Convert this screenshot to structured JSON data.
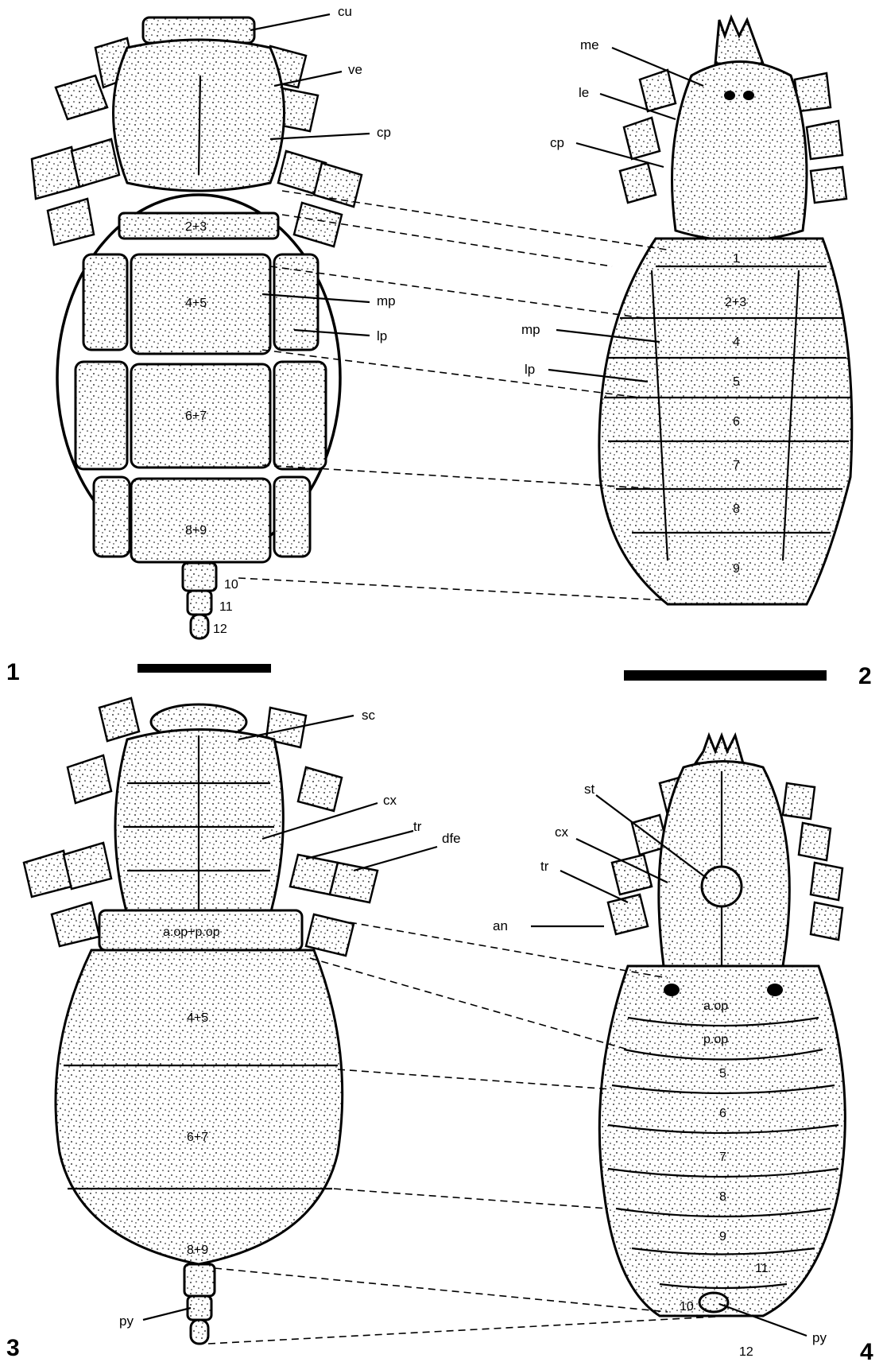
{
  "figures": {
    "fig1": {
      "number": "1",
      "labels": {
        "cu": "cu",
        "ve": "ve",
        "cp": "cp",
        "mp": "mp",
        "lp": "lp"
      },
      "segments": [
        "2+3",
        "4+5",
        "6+7",
        "8+9",
        "10",
        "11",
        "12"
      ]
    },
    "fig2": {
      "number": "2",
      "labels": {
        "me": "me",
        "le": "le",
        "cp": "cp",
        "mp": "mp",
        "lp": "lp"
      },
      "segments": [
        "1",
        "2+3",
        "4",
        "5",
        "6",
        "7",
        "8",
        "9"
      ]
    },
    "fig3": {
      "number": "3",
      "labels": {
        "sc": "sc",
        "cx": "cx",
        "tr": "tr",
        "dfe": "dfe",
        "py": "py"
      },
      "segments": [
        "a.op+p.op",
        "4+5",
        "6+7",
        "8+9"
      ]
    },
    "fig4": {
      "number": "4",
      "labels": {
        "st": "st",
        "cx": "cx",
        "tr": "tr",
        "an": "an",
        "py": "py"
      },
      "segments": [
        "a.op",
        "p.op",
        "5",
        "6",
        "7",
        "8",
        "9",
        "10",
        "11",
        "12"
      ]
    }
  },
  "colors": {
    "ink": "#000000",
    "paper": "#ffffff"
  }
}
